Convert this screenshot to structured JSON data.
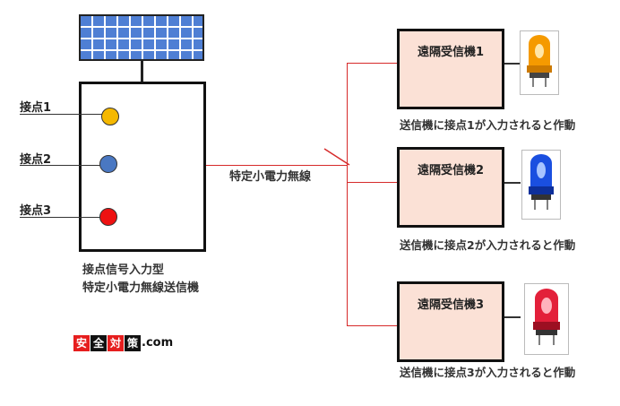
{
  "transmitter": {
    "contacts": [
      {
        "label": "接点1",
        "color": "#f5b800"
      },
      {
        "label": "接点2",
        "color": "#4a78c2"
      },
      {
        "label": "接点3",
        "color": "#ee1111"
      }
    ],
    "caption_line1": "接点信号入力型",
    "caption_line2": "特定小電力無線送信機"
  },
  "link_label": "特定小電力無線",
  "receivers": [
    {
      "label": "遠隔受信機1",
      "action": "送信機に接点1が入力されると作動",
      "beacon_color": "#f59a00"
    },
    {
      "label": "遠隔受信機2",
      "action": "送信機に接点2が入力されると作動",
      "beacon_color": "#1a4fe0"
    },
    {
      "label": "遠隔受信機3",
      "action": "送信機に接点3が入力されると作動",
      "beacon_color": "#e3203a"
    }
  ],
  "logo": {
    "chars": [
      "安",
      "全",
      "対",
      "策"
    ],
    "char_colors": [
      "#e61e1e",
      "#111111",
      "#e61e1e",
      "#111111"
    ],
    "suffix": ".com"
  },
  "colors": {
    "wire": "#d62a2a",
    "receiver_fill": "#fbe1d6",
    "panel": "#4f7fd4"
  }
}
